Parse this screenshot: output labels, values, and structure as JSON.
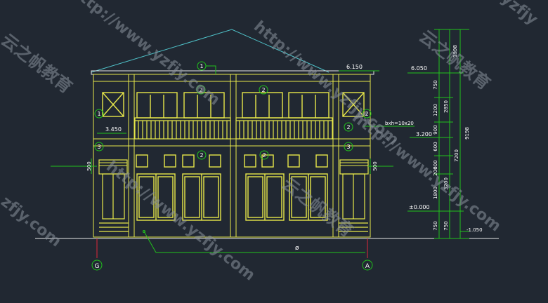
{
  "watermark": {
    "url": "http://www.yzfjy.com",
    "brand": "云之帆教育",
    "fragment_left": "zfjy.com",
    "fragment_right": "yzfjy"
  },
  "labels": {
    "ridge_level": "6.150",
    "eave_level_right": "6.050",
    "beam_note": "bxh=10x20",
    "level_3450": "3.450",
    "level_3200": "3.200",
    "level_zero": "±0.000",
    "level_neg": "-1.050",
    "left_500": "500",
    "right_500": "500",
    "axis_left": "G",
    "axis_right": "A",
    "bottom_dim": "ø"
  },
  "callouts": [
    "1",
    "2",
    "2",
    "1",
    "2",
    "3",
    "2",
    "2",
    "3",
    "2"
  ],
  "dims": {
    "chain1": [
      "1998",
      "750",
      "1200",
      "900",
      "600",
      "600",
      "1800",
      "750"
    ],
    "chain2": [
      "2850",
      "3200",
      "750"
    ],
    "chain3": [
      "7200"
    ],
    "chain4": [
      "9198"
    ],
    "extra": [
      "200"
    ]
  },
  "colors": {
    "background": "#212832",
    "building": "#e8e84a",
    "dimension": "#21c21c",
    "roof": "#4fc1c8",
    "axis": "#e0283a",
    "text": "#ffffff"
  }
}
